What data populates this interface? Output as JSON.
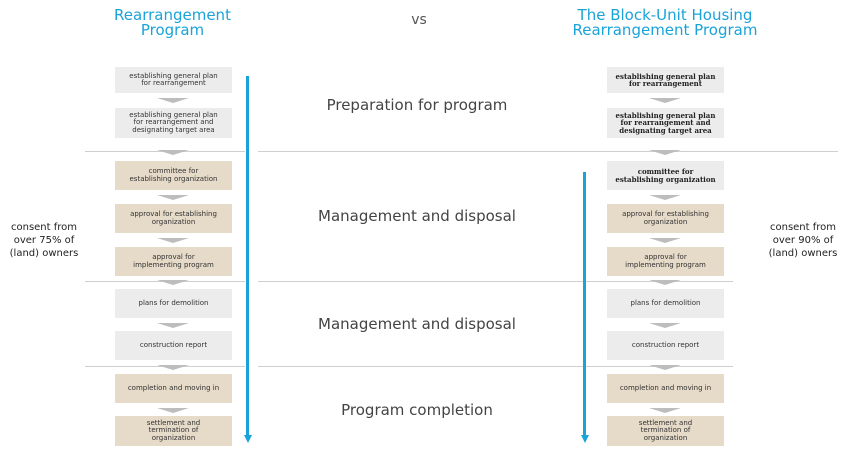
{
  "titles": {
    "left": [
      "Rearrangement",
      "Program"
    ],
    "vs": "vs",
    "right": [
      "The Block-Unit  Housing",
      "Rearrangement  Program"
    ]
  },
  "stages": [
    "Preparation  for program",
    "Management and disposal",
    "Management and disposal",
    "Program completion"
  ],
  "consent": {
    "left": [
      "consent from",
      "over 75% of",
      "(land) owners"
    ],
    "right": [
      "consent from",
      "over 90% of",
      "(land) owners"
    ]
  },
  "left_boxes": [
    {
      "text": [
        "establishing general plan",
        "for rearrangement"
      ],
      "style": "gray"
    },
    {
      "text": [
        "establishing general plan",
        "for rearrangement and",
        "designating target  area"
      ],
      "style": "gray"
    },
    {
      "text": [
        "committee for",
        "establishing organization"
      ],
      "style": "tan"
    },
    {
      "text": [
        "approval for establishing",
        "organization"
      ],
      "style": "tan"
    },
    {
      "text": [
        "approval for",
        "implementing program"
      ],
      "style": "tan"
    },
    {
      "text": [
        "plans  for demolition"
      ],
      "style": "gray"
    },
    {
      "text": [
        "construction report"
      ],
      "style": "gray"
    },
    {
      "text": [
        "completion and moving  in"
      ],
      "style": "tan"
    },
    {
      "text": [
        "settlement and",
        "termination  of",
        "organization"
      ],
      "style": "tan"
    }
  ],
  "right_boxes": [
    {
      "text": [
        "establishing general plan",
        "for rearrangement"
      ],
      "style": "gray"
    },
    {
      "text": [
        "establishing general plan",
        "for rearrangement and",
        "designating target area"
      ],
      "style": "gray"
    },
    {
      "text": [
        "committee for",
        "establishing organization"
      ],
      "style": "gray"
    },
    {
      "text": [
        "approval for establishing",
        "organization"
      ],
      "style": "tan"
    },
    {
      "text": [
        "approval for",
        "implementing program"
      ],
      "style": "tan"
    },
    {
      "text": [
        "plans  for demolition"
      ],
      "style": "gray"
    },
    {
      "text": [
        "construction report"
      ],
      "style": "gray"
    },
    {
      "text": [
        "completion and moving  in"
      ],
      "style": "tan"
    },
    {
      "text": [
        "settlement and",
        "termination of",
        "organization"
      ],
      "style": "tan"
    }
  ],
  "colors": {
    "accent": "#1aa3d9",
    "gray_box": "#ececec",
    "tan_box": "#e6dac8"
  }
}
